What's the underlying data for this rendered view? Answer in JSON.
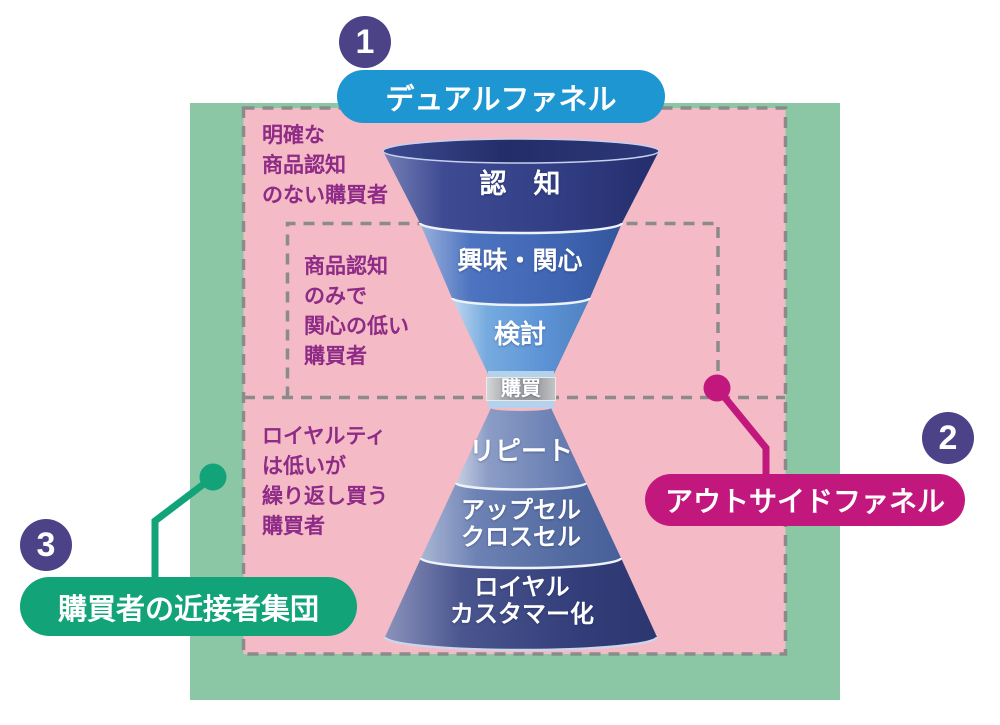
{
  "title_note": "dual funnel marketing diagram",
  "colors": {
    "outer_zone_green": "#8bc7a5",
    "inner_zone_pink": "#f4bac5",
    "dashed_border_gray": "#8b8b8b",
    "dual_funnel_label_blue": "#1e96d1",
    "outside_funnel_label_magenta": "#c2187e",
    "proximity_label_green": "#12a378",
    "badge_purple": "#4b4287",
    "note_text_purple": "#8e2b86",
    "funnel_top_navy": "#36428a",
    "funnel_mid_blue": "#4a6fba",
    "funnel_light_blue": "#63a7c0",
    "neck_gray": "#9fa1a3",
    "funnel_lower_blue": "#6e84b6",
    "funnel_bottom_navy": "#3a4480"
  },
  "badges": [
    {
      "number": "1"
    },
    {
      "number": "2"
    },
    {
      "number": "3"
    }
  ],
  "labels": {
    "dual_funnel": "デュアルファネル",
    "outside_funnel": "アウトサイドファネル",
    "proximity_group": "購買者の近接者集団"
  },
  "funnel": {
    "stages": [
      {
        "lines": [
          "認　知"
        ]
      },
      {
        "lines": [
          "興味・関心"
        ]
      },
      {
        "lines": [
          "検討"
        ]
      },
      {
        "lines": [
          "購買"
        ]
      },
      {
        "lines": [
          "リピート"
        ]
      },
      {
        "lines": [
          "アップセル",
          "クロスセル"
        ]
      },
      {
        "lines": [
          "ロイヤル",
          "カスタマー化"
        ]
      }
    ]
  },
  "notes": [
    {
      "lines": [
        "明確な",
        "商品認知",
        "のない購買者"
      ]
    },
    {
      "lines": [
        "商品認知",
        "のみで",
        "関心の低い",
        "購買者"
      ]
    },
    {
      "lines": [
        "ロイヤルティ",
        "は低いが",
        "繰り返し買う",
        "購買者"
      ]
    }
  ]
}
